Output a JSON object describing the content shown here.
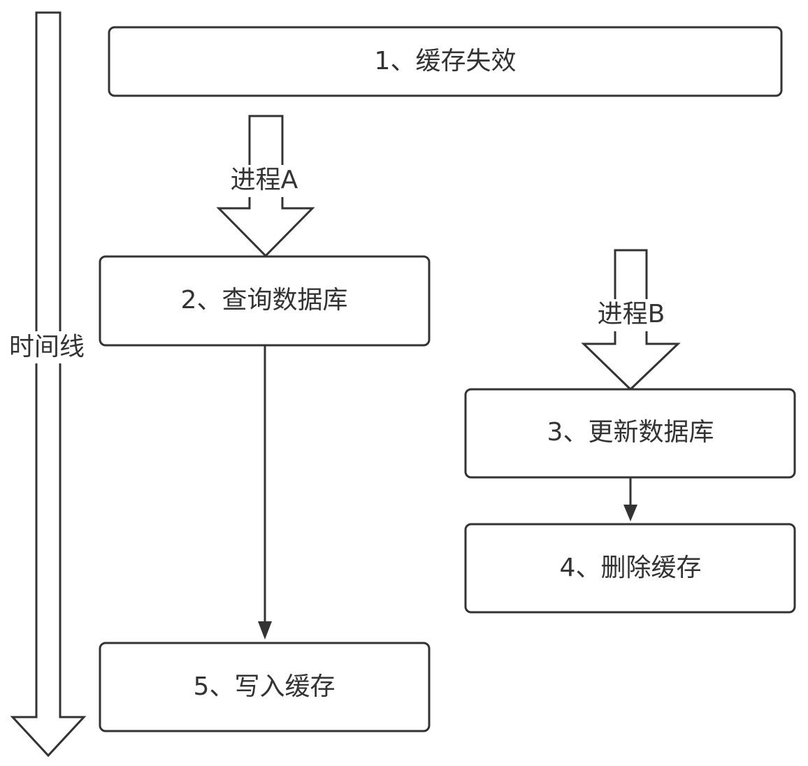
{
  "timeline": {
    "label": "时间线"
  },
  "steps": {
    "step1": "1、缓存失效",
    "step2": "2、查询数据库",
    "step3": "3、更新数据库",
    "step4": "4、删除缓存",
    "step5": "5、写入缓存"
  },
  "processes": {
    "a": "进程A",
    "b": "进程B"
  }
}
